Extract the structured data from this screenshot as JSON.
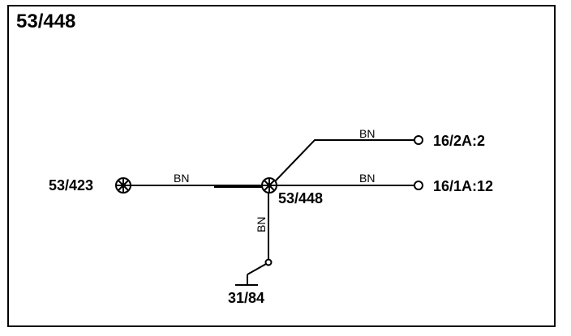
{
  "diagram": {
    "title": "53/448",
    "colors": {
      "line": "#000000",
      "background": "#ffffff"
    },
    "nodes": [
      {
        "id": "n-53-423",
        "label": "53/423",
        "symbol": "ground-splice"
      },
      {
        "id": "n-53-448",
        "label": "53/448",
        "symbol": "ground-splice"
      },
      {
        "id": "n-16-2a-2",
        "label": "16/2A:2",
        "symbol": "open-terminal"
      },
      {
        "id": "n-16-1a-12",
        "label": "16/1A:12",
        "symbol": "open-terminal"
      },
      {
        "id": "n-31-84",
        "label": "31/84",
        "symbol": "chassis-ground"
      }
    ],
    "wires": [
      {
        "from": "53/423",
        "to": "53/448",
        "color": "BN"
      },
      {
        "from": "53/448",
        "to": "16/2A:2",
        "color": "BN"
      },
      {
        "from": "53/448",
        "to": "16/1A:12",
        "color": "BN"
      },
      {
        "from": "53/448",
        "to": "31/84",
        "color": "BN"
      }
    ]
  }
}
